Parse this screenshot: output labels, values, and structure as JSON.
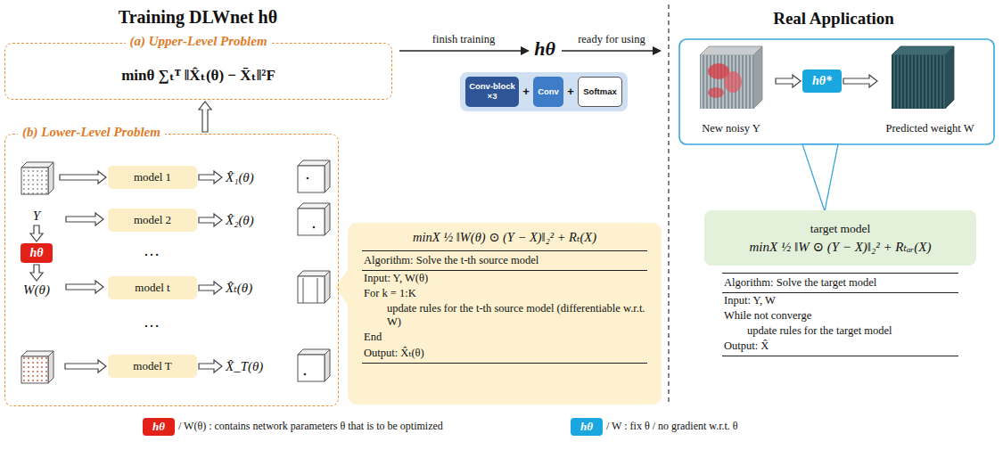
{
  "diagram": {
    "title": "Training DLWnet hθ",
    "nodes": [
      {
        "text": [
          "(a) Upper-Level Problem",
          "minθ ∑ₜᵀ ‖X̂ₜ(θ) − X̄ₜ‖²F"
        ]
      },
      {
        "text": [
          "Conv-block ×3"
        ]
      },
      {
        "text": [
          "Conv"
        ]
      },
      {
        "text": [
          "Softmax"
        ]
      },
      {
        "text": [
          "(b) Lower-Level Problem"
        ]
      },
      {
        "text": [
          "Y"
        ],
        "in": 4
      },
      {
        "text": [
          "hθ"
        ],
        "in": 4
      },
      {
        "text": [
          "W(θ)"
        ],
        "in": 4
      },
      {
        "text": [
          "model 1"
        ],
        "in": 4
      },
      {
        "text": [
          "model 2"
        ],
        "in": 4
      },
      {
        "text": [
          "model t"
        ],
        "in": 4
      },
      {
        "text": [
          "model T"
        ],
        "in": 4
      },
      {
        "text": [
          "X̂₁(θ)"
        ],
        "in": 4
      },
      {
        "text": [
          "X̂₂(θ)"
        ],
        "in": 4
      },
      {
        "text": [
          "X̂ₜ(θ)"
        ],
        "in": 4
      },
      {
        "text": [
          "X̂_T(θ)"
        ],
        "in": 4
      },
      {
        "text": [
          "minX ½ ‖W(θ) ⊙ (Y − X)‖₂² + Rₜ(X)",
          "Algorithm: Solve the t-th source model",
          "Input: Y, W(θ)",
          "For k = 1:K",
          "update rules for the t-th source model (differentiable w.r.t. W)",
          "End",
          "Output: X̂ₜ(θ)"
        ]
      },
      {
        "text": [
          "New noisy Y"
        ]
      },
      {
        "text": [
          "hθ*"
        ]
      },
      {
        "text": [
          "Predicted weight W"
        ]
      },
      {
        "text": [
          "target model",
          "minX ½ ‖W ⊙ (Y − X)‖₂² + Rₜₐᵣ(X)"
        ]
      },
      {
        "text": [
          "Algorithm: Solve the target model",
          "Input: Y, W",
          "While not converge",
          "update rules for the target model",
          "Output: X̂"
        ]
      }
    ],
    "edges": [
      {
        "from": 5,
        "to": 8,
        "arrow": "to"
      },
      {
        "from": 5,
        "to": 6,
        "arrow": "to"
      },
      {
        "from": 6,
        "to": 7,
        "arrow": "to"
      },
      {
        "from": 7,
        "to": 11,
        "arrow": "to"
      },
      {
        "from": 8,
        "to": 12,
        "arrow": "to"
      },
      {
        "from": 9,
        "to": 13,
        "arrow": "to"
      },
      {
        "from": 10,
        "to": 14,
        "arrow": "to"
      },
      {
        "from": 11,
        "to": 15,
        "arrow": "to"
      },
      {
        "from": 4,
        "to": 0,
        "arrow": "to"
      },
      {
        "from": 17,
        "to": 18,
        "arrow": "to"
      },
      {
        "from": 18,
        "to": 19,
        "arrow": "to"
      }
    ],
    "labels": [
      "Real Application",
      "finish training",
      "hθ",
      "ready for using",
      "+",
      "+",
      "…",
      "…",
      "hθ",
      "hθ"
    ],
    "legend": [
      {
        "text": "/ W(θ) : contains network parameters θ that is to be optimized",
        "color": "#e32119"
      },
      {
        "text": "/ W : fix θ / no gradient w.r.t. θ",
        "color": "#1aa6df"
      }
    ]
  }
}
